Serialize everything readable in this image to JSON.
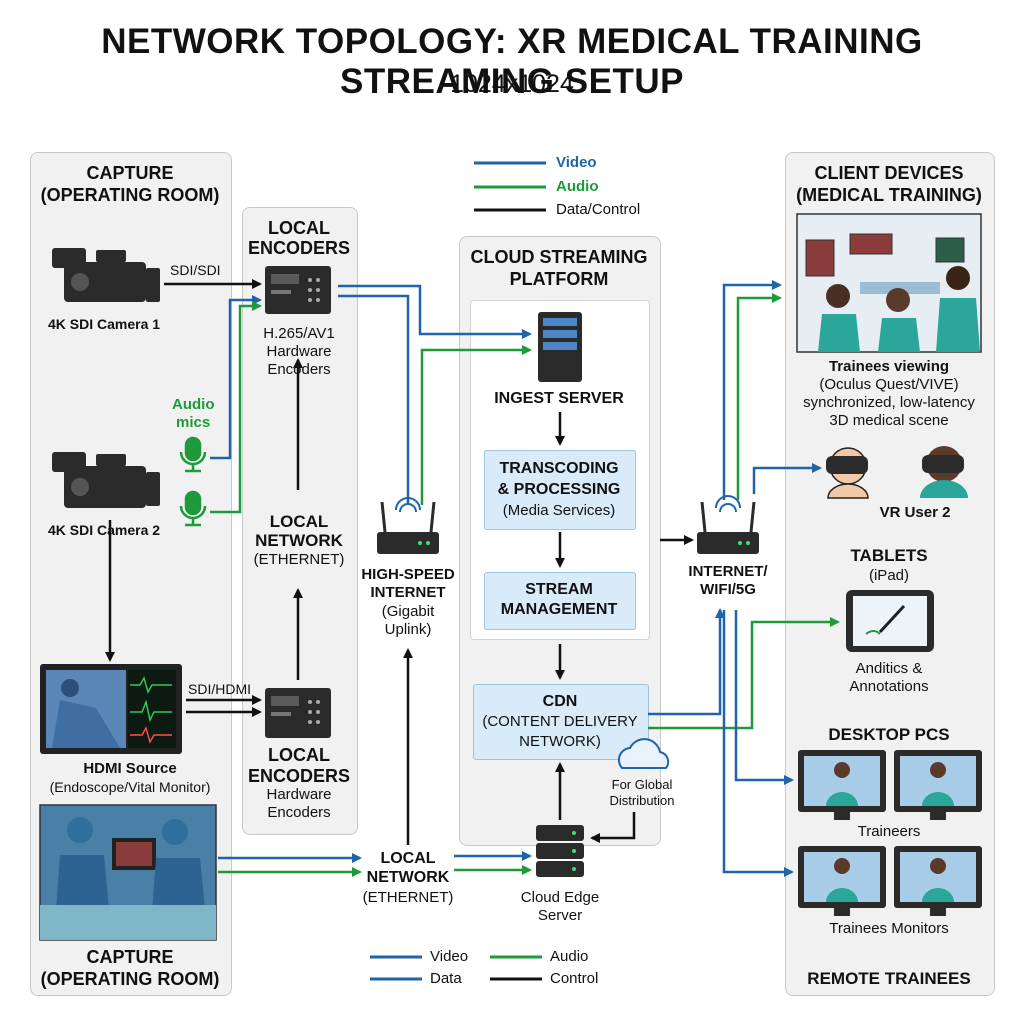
{
  "title": "NETWORK TOPOLOGY: XR MEDICAL TRAINING STREAMING SETUP",
  "subtitle": "1024x1024",
  "colors": {
    "video": "#1f64a8",
    "audio": "#1f9a3a",
    "data": "#111111",
    "panel": "#f1f1f1",
    "box_blue": "#d9eaf8"
  },
  "legend_top": {
    "video": "Video",
    "audio": "Audio",
    "data": "Data/Control"
  },
  "legend_bottom": {
    "video": "Video",
    "audio": "Audio",
    "data": "Data",
    "control": "Control"
  },
  "capture": {
    "title_top_1": "CAPTURE",
    "title_top_2": "(OPERATING ROOM)",
    "camera1": "4K SDI Camera 1",
    "camera1_link": "SDI/SDI",
    "camera2": "4K SDI Camera 2",
    "audio_mics_1": "Audio",
    "audio_mics_2": "mics",
    "hdmi_link": "SDI/HDMI",
    "hdmi_title": "HDMI Source",
    "hdmi_sub": "(Endoscope/Vital Monitor)",
    "title_bottom_1": "CAPTURE",
    "title_bottom_2": "(OPERATING ROOM)"
  },
  "encoders": {
    "top_1": "LOCAL",
    "top_2": "ENCODERS",
    "top_desc_1": "H.265/AV1",
    "top_desc_2": "Hardware",
    "top_desc_3": "Encoders",
    "net_1": "LOCAL",
    "net_2": "NETWORK",
    "net_3": "(ETHERNET)",
    "bot_1": "LOCAL",
    "bot_2": "ENCODERS",
    "bot_desc_1": "Hardware",
    "bot_desc_2": "Encoders"
  },
  "router": {
    "line1": "HIGH-SPEED",
    "line2": "INTERNET",
    "line3": "(Gigabit",
    "line4": "Uplink)"
  },
  "local_network_bottom": {
    "line1": "LOCAL",
    "line2": "NETWORK",
    "line3": "(ETHERNET)"
  },
  "cloud": {
    "title_1": "CLOUD STREAMING",
    "title_2": "PLATFORM",
    "ingest": "INGEST SERVER",
    "transcode_1": "TRANSCODING",
    "transcode_2": "& PROCESSING",
    "transcode_3": "(Media Services)",
    "stream_1": "STREAM",
    "stream_2": "MANAGEMENT",
    "cdn_1": "CDN",
    "cdn_2": "(CONTENT DELIVERY",
    "cdn_3": "NETWORK)",
    "global_1": "For Global",
    "global_2": "Distribution",
    "edge_1": "Cloud Edge",
    "edge_2": "Server"
  },
  "wifi": {
    "line1": "INTERNET/",
    "line2": "WIFI/5G"
  },
  "clients": {
    "title_1": "CLIENT DEVICES",
    "title_2": "(MEDICAL TRAINING)",
    "trainees_viewing": "Trainees viewing",
    "trainees_desc_1": "(Oculus Quest/VIVE)",
    "trainees_desc_2": "synchronized, low-latency",
    "trainees_desc_3": "3D medical scene",
    "vr_user": "VR User 2",
    "tablets_1": "TABLETS",
    "tablets_2": "(iPad)",
    "analytics_1": "Anditics &",
    "analytics_2": "Annotations",
    "desktop": "DESKTOP PCS",
    "traineers": "Traineers",
    "monitors": "Trainees Monitors",
    "remote": "REMOTE TRAINEES"
  }
}
